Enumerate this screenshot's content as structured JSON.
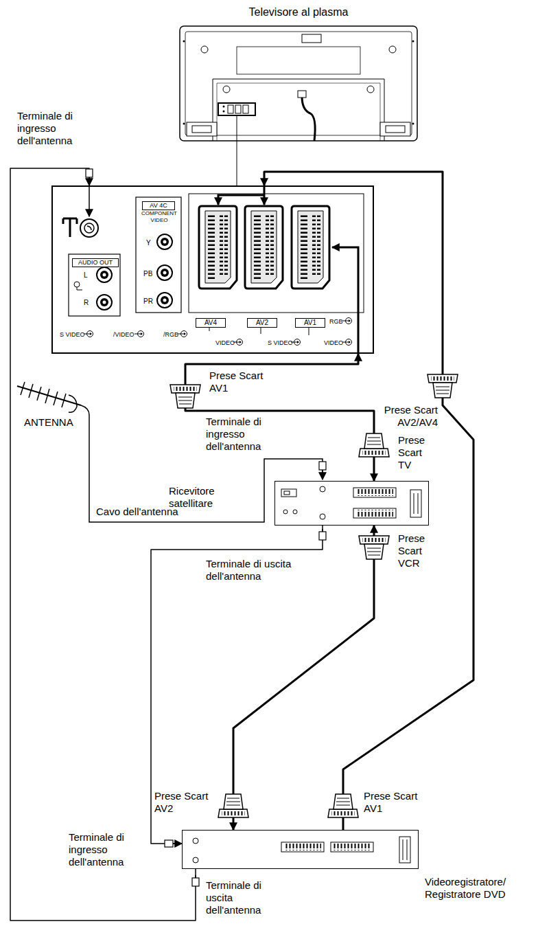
{
  "diagram": {
    "nodes": [
      {
        "text": [
          "Televisore al plasma"
        ]
      },
      {
        "text": [
          "AV 4C",
          "COMPONENT VIDEO",
          "Y",
          "PB",
          "PR",
          "AUDIO OUT",
          "L",
          "R",
          "AV4",
          "AV2",
          "AV1",
          "S VIDEO",
          "/VIDEO",
          "/RGB",
          "VIDEO",
          "S VIDEO",
          "RGB",
          "VIDEO"
        ]
      },
      {
        "text": [
          "Ricevitore satellitare"
        ]
      },
      {
        "text": [
          "Videoregistratore/ Registratore DVD"
        ]
      }
    ],
    "edges": [
      {
        "from": 1,
        "to": 2,
        "arrow": "both"
      },
      {
        "from": 2,
        "to": 3,
        "arrow": "both"
      },
      {
        "from": 3,
        "to": 1,
        "arrow": "to"
      },
      {
        "from": 2,
        "to": 3,
        "arrow": "to"
      },
      {
        "from": 3,
        "to": 1,
        "arrow": "to"
      }
    ],
    "labels": [
      "Terminale di ingresso dell'antenna",
      "ANTENNA",
      "Prese Scart AV1",
      "Prese Scart AV2/AV4",
      "Terminale di ingresso dell'antenna",
      "Cavo dell'antenna",
      "Prese Scart TV",
      "Terminale di uscita dell'antenna",
      "Prese Scart VCR",
      "Prese Scart AV2",
      "Prese Scart AV1",
      "Terminale di ingresso dell'antenna",
      "Terminale di uscita dell'antenna"
    ]
  }
}
